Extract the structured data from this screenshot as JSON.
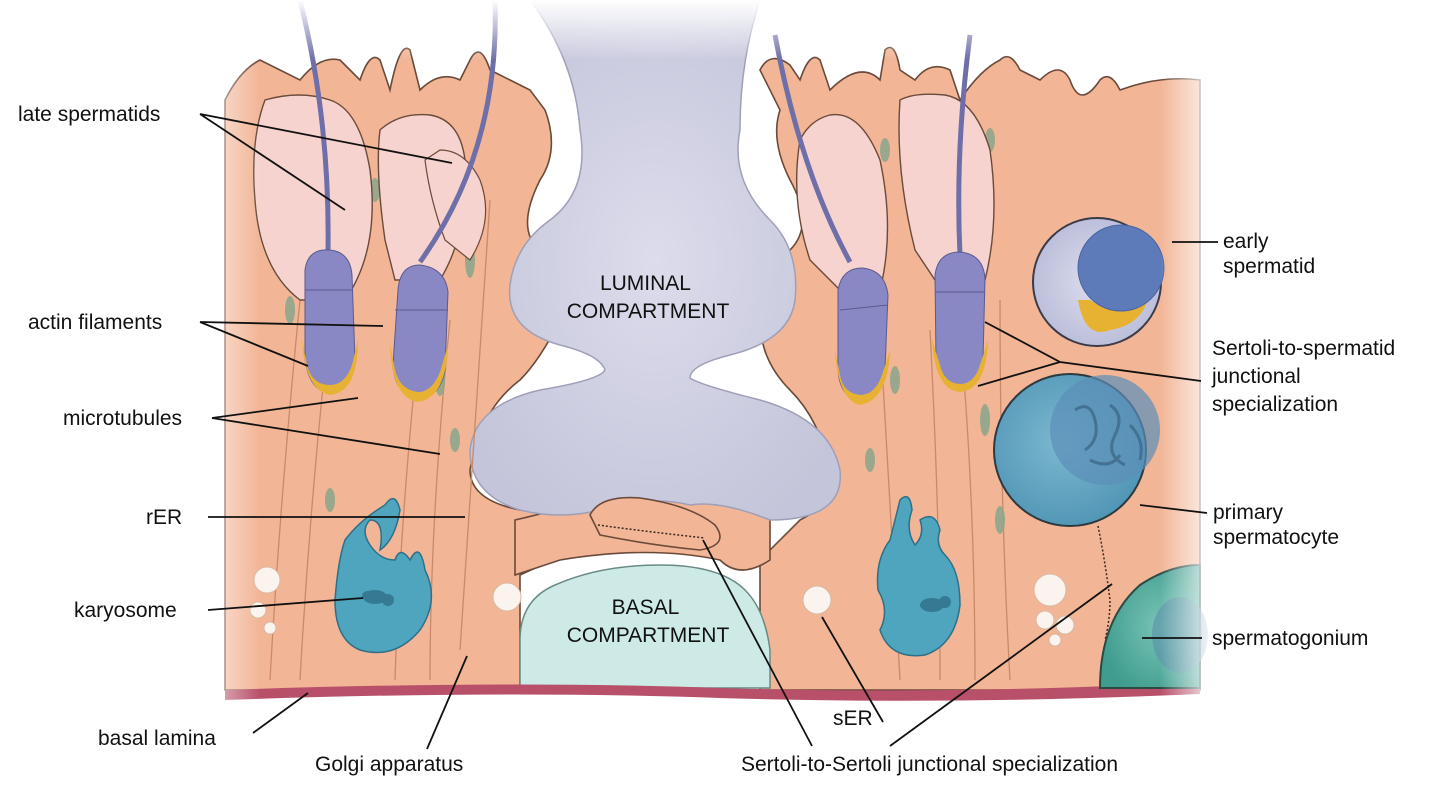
{
  "figure": {
    "title": "Sertoli cell and seminiferous epithelium compartments",
    "colors": {
      "sertoli_cytoplasm": "#f2b596",
      "sertoli_outline": "#6a4a3a",
      "lumen": "#d4d4e6",
      "basal_compartment": "#cdeae6",
      "basal_lamina": "#b8506a",
      "spermatid_cytoplasm": "#f6d3cf",
      "spermatid_nucleus": "#8a88c4",
      "acrosome": "#e7b231",
      "sertoli_nucleus": "#4fa4be",
      "early_spermatid_cell": "#d6d8ea",
      "early_spermatid_nucleus": "#5d7bb8",
      "primary_spermatocyte": "#6aaac6",
      "spermatogonium": "#5fb7a8",
      "mitochondria": "#8aa68c",
      "flagellum": "#6e6ea8"
    }
  },
  "compartments": {
    "luminal": [
      "LUMINAL",
      "COMPARTMENT"
    ],
    "basal": [
      "BASAL",
      "COMPARTMENT"
    ]
  },
  "labels": {
    "late_spermatids": "late spermatids",
    "actin_filaments": "actin filaments",
    "microtubules": "microtubules",
    "rer": "rER",
    "karyosome": "karyosome",
    "basal_lamina": "basal lamina",
    "golgi_apparatus": "Golgi apparatus",
    "ser": "sER",
    "sertoli_sertoli_junction": "Sertoli-to-Sertoli junctional specialization",
    "early_spermatid": [
      "early",
      "spermatid"
    ],
    "sertoli_spermatid_junction": [
      "Sertoli-to-spermatid",
      "junctional",
      "specialization"
    ],
    "primary_spermatocyte": [
      "primary",
      "spermatocyte"
    ],
    "spermatogonium": "spermatogonium"
  }
}
